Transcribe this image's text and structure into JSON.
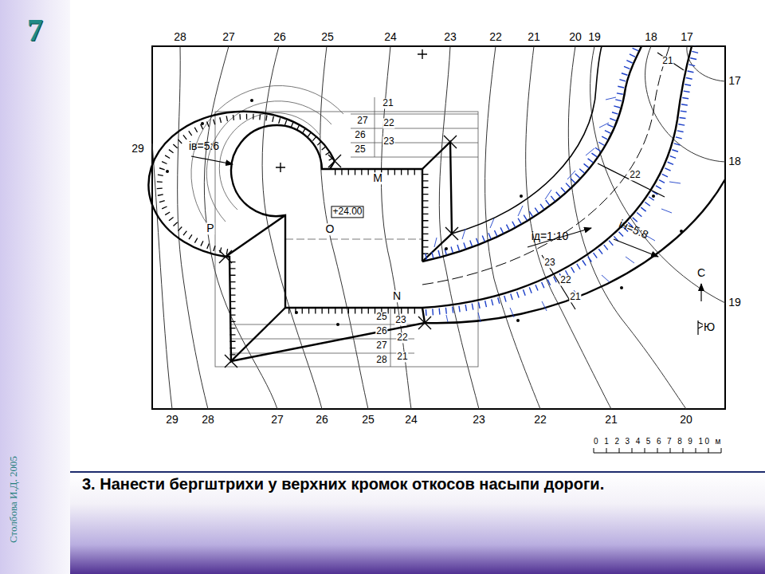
{
  "diagram": {
    "caption": "3. Нанести бергштрихи у верхних кромок откосов насыпи дороги.",
    "labels": [
      "7",
      "28",
      "27",
      "26",
      "25",
      "24",
      "23",
      "22",
      "21",
      "20",
      "19",
      "18",
      "17",
      "17",
      "18",
      "29",
      "19",
      "29",
      "28",
      "27",
      "26",
      "25",
      "24",
      "23",
      "22",
      "21",
      "20",
      "21",
      "21",
      "27",
      "22",
      "26",
      "23",
      "25",
      "iв=5:6",
      "M",
      "+24.00",
      "O",
      "P",
      "N",
      "25",
      "23",
      "26",
      "22",
      "27",
      "21",
      "28",
      "22",
      "iд=1:10",
      "23",
      "22",
      "21",
      "iн=5:8",
      "С",
      "Ю",
      "0 1 2 3 4 5 6 7 8 9 10 м",
      "Столбова И.Д. 2005"
    ]
  }
}
